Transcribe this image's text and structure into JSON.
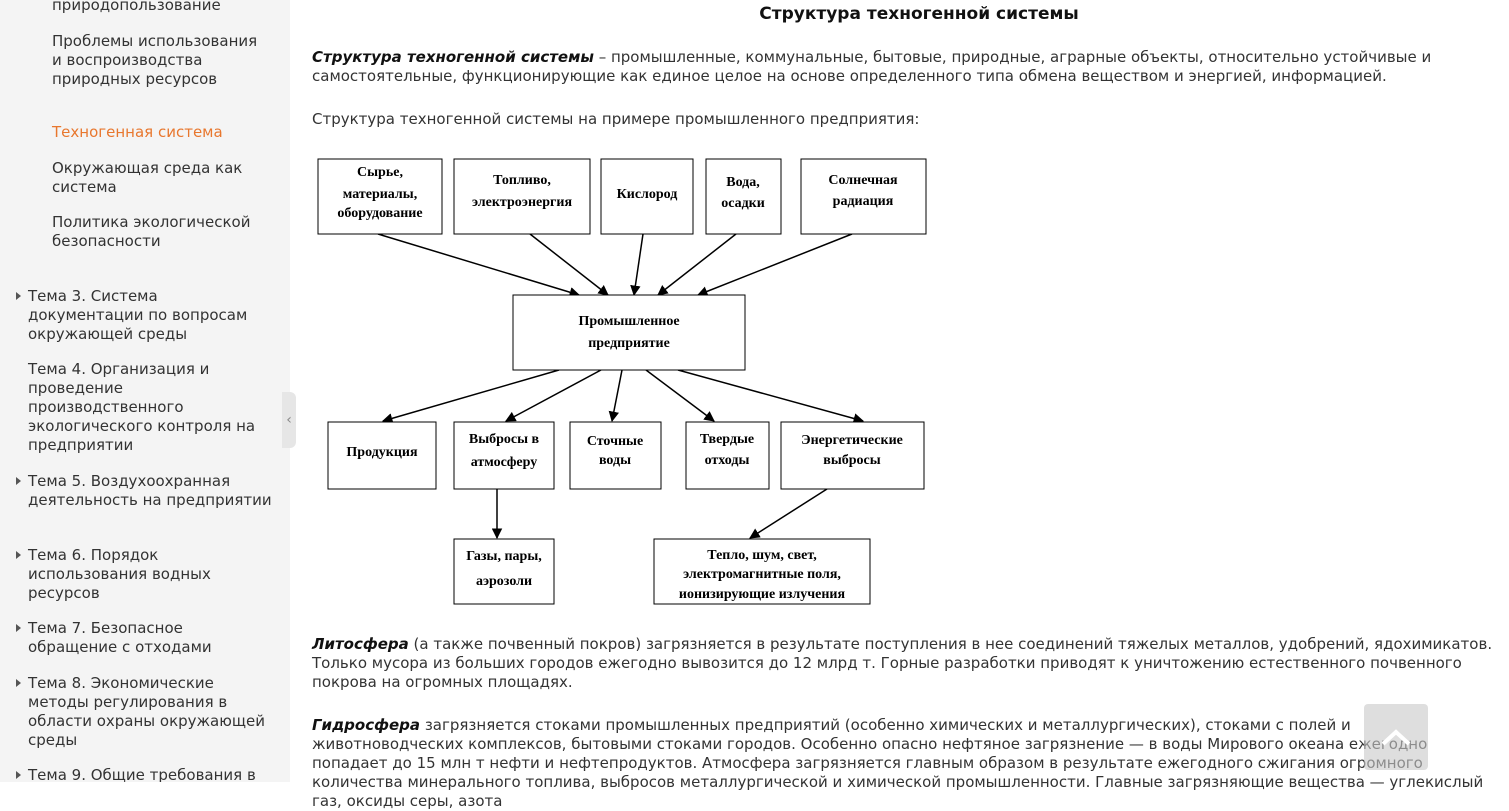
{
  "sidebar": {
    "subitems": [
      "природопользование",
      "Проблемы использования и воспроизводства природных ресурсов",
      "Техногенная система",
      "Окружающая среда как система",
      "Политика экологической безопасности"
    ],
    "active_subitem": "Техногенная система",
    "topics": [
      "Тема 3. Система документации по вопросам окружающей среды",
      "Тема 4. Организация и проведение производственного экологического контроля на предприятии",
      "Тема 5. Воздухоохранная деятельность на предприятии",
      "Тема 6. Порядок использования водных ресурсов",
      "Тема 7. Безопасное обращение с отходами",
      "Тема 8. Экономические методы регулирования в области охраны окружающей среды",
      "Тема 9. Общие требования в"
    ]
  },
  "main": {
    "title": "Структура техногенной системы",
    "intro_term": "Структура техногенной системы",
    "intro_text": " – промышленные, коммунальные, бытовые, природные, аграрные объекты, относительно устойчивые и самостоятельные, функционирующие как единое целое на основе определенного типа обмена веществом и энергией, информацией.",
    "example_caption": "Структура техногенной системы на примере промышленного предприятия:",
    "litho_term": "Литосфера",
    "litho_text": " (а также почвенный покров) загрязняется в результате поступления в нее соединений тяжелых металлов, удобрений, ядохимикатов. Только мусора из больших городов ежегодно вывозится до 12 млрд т. Горные разработки приводят к уничтожению естественного почвенного покрова на огромных площадях.",
    "hydro_term": "Гидросфера",
    "hydro_text": " загрязняется стоками промышленных предприятий (особенно химических и металлургических), стоками с полей и животноводческих комплексов, бытовыми стоками городов. Особенно опасно нефтяное загрязнение — в воды Мирового океана ежегодно попадает до 15 млн т нефти и нефтепродуктов. Атмосфера загрязняется главным образом в результате ежегодного сжигания огромного количества минерального топлива, выбросов металлургической и химической промышленности. Главные загрязняющие вещества — углекислый газ, оксиды серы, азота"
  },
  "diagram": {
    "inputs": [
      [
        "Сырье,",
        "материалы,",
        "оборудование"
      ],
      [
        "Топливо,",
        "электроэнергия"
      ],
      [
        "Кислород"
      ],
      [
        "Вода,",
        "осадки"
      ],
      [
        "Солнечная",
        "радиация"
      ]
    ],
    "center": [
      "Промышленное",
      "предприятие"
    ],
    "outputs": [
      [
        "Продукция"
      ],
      [
        "Выбросы в",
        "атмосферу"
      ],
      [
        "Сточные",
        "воды"
      ],
      [
        "Твердые",
        "отходы"
      ],
      [
        "Энергетические",
        "выбросы"
      ]
    ],
    "sub_outputs": [
      [
        "Газы, пары,",
        "аэрозоли"
      ],
      [
        "Тепло, шум, свет,",
        "электромагнитные поля,",
        "ионизирующие излучения"
      ]
    ]
  },
  "icons": {
    "collapse": "chevron-left-icon",
    "scroll_top": "chevron-up-icon"
  }
}
